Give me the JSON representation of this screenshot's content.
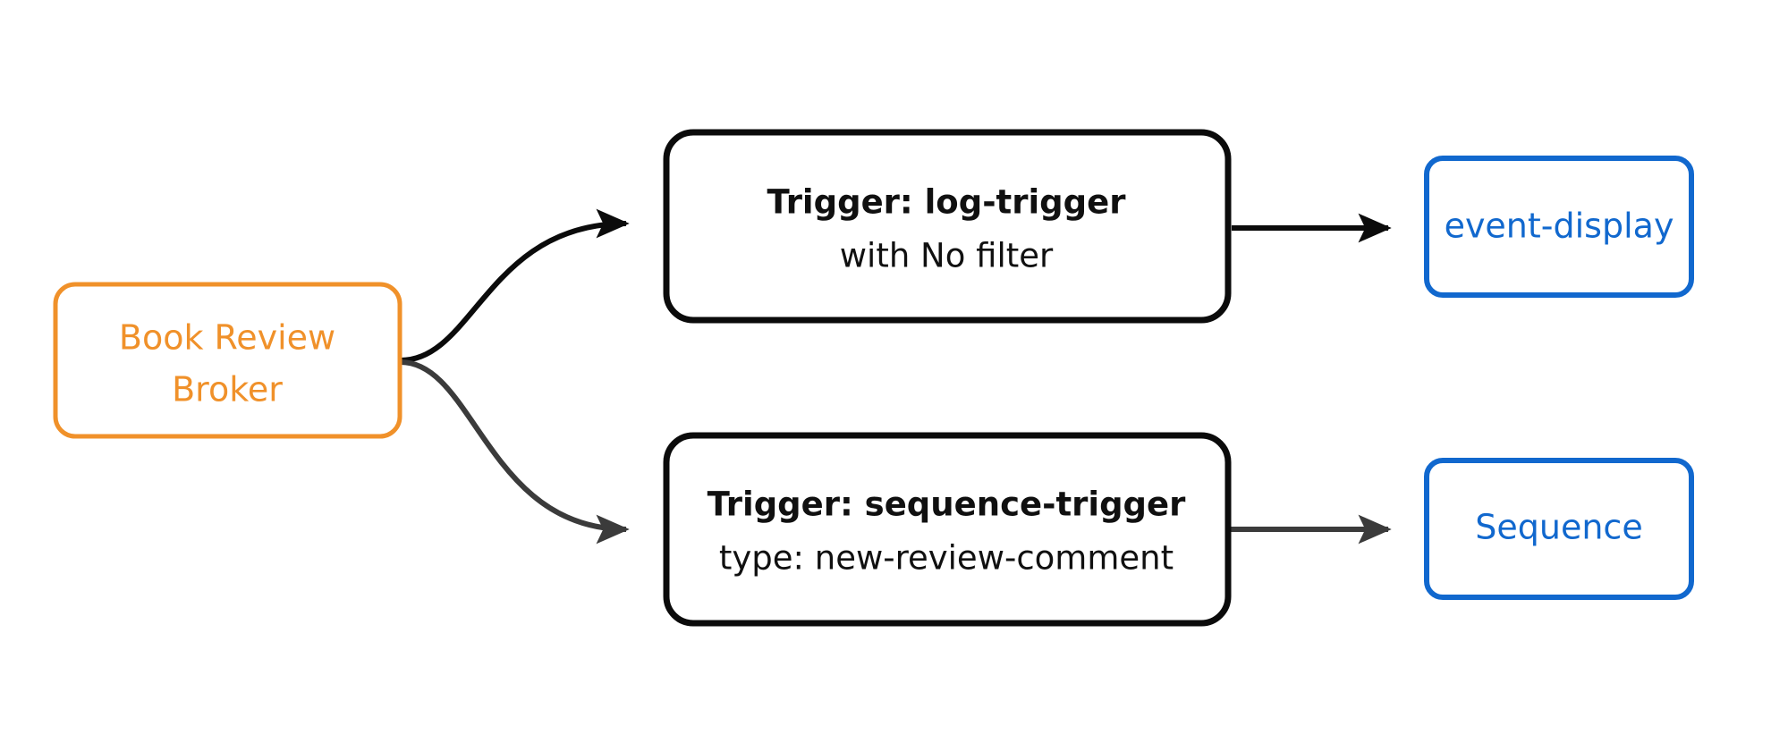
{
  "diagram": {
    "type": "event-flow-graph",
    "background_color": "#ffffff",
    "colors": {
      "broker_accent": "#F0912A",
      "trigger_stroke": "#0b0b0b",
      "sink_accent": "#1168CE",
      "edge_black": "#0b0b0b",
      "edge_gray": "#3b3b3b"
    },
    "nodes": {
      "broker": {
        "label_line1": "Book Review",
        "label_line2": "Broker",
        "kind": "broker"
      },
      "log_trigger": {
        "label_line1": "Trigger: log-trigger",
        "label_line2": "with No filter",
        "kind": "trigger"
      },
      "sequence_trigger": {
        "label_line1": "Trigger: sequence-trigger",
        "label_line2": "type: new-review-comment",
        "kind": "trigger"
      },
      "event_display": {
        "label": "event-display",
        "kind": "sink"
      },
      "sequence": {
        "label": "Sequence",
        "kind": "sink"
      }
    },
    "edges": [
      {
        "id": "broker-to-log-trigger",
        "from": "broker",
        "to": "log_trigger",
        "style": "curved",
        "color": "#0b0b0b"
      },
      {
        "id": "broker-to-sequence-trigger",
        "from": "broker",
        "to": "sequence_trigger",
        "style": "curved",
        "color": "#3b3b3b"
      },
      {
        "id": "log-trigger-to-event-display",
        "from": "log_trigger",
        "to": "event_display",
        "style": "straight",
        "color": "#0b0b0b"
      },
      {
        "id": "sequence-trigger-to-sequence",
        "from": "sequence_trigger",
        "to": "sequence",
        "style": "straight",
        "color": "#3b3b3b"
      }
    ]
  }
}
